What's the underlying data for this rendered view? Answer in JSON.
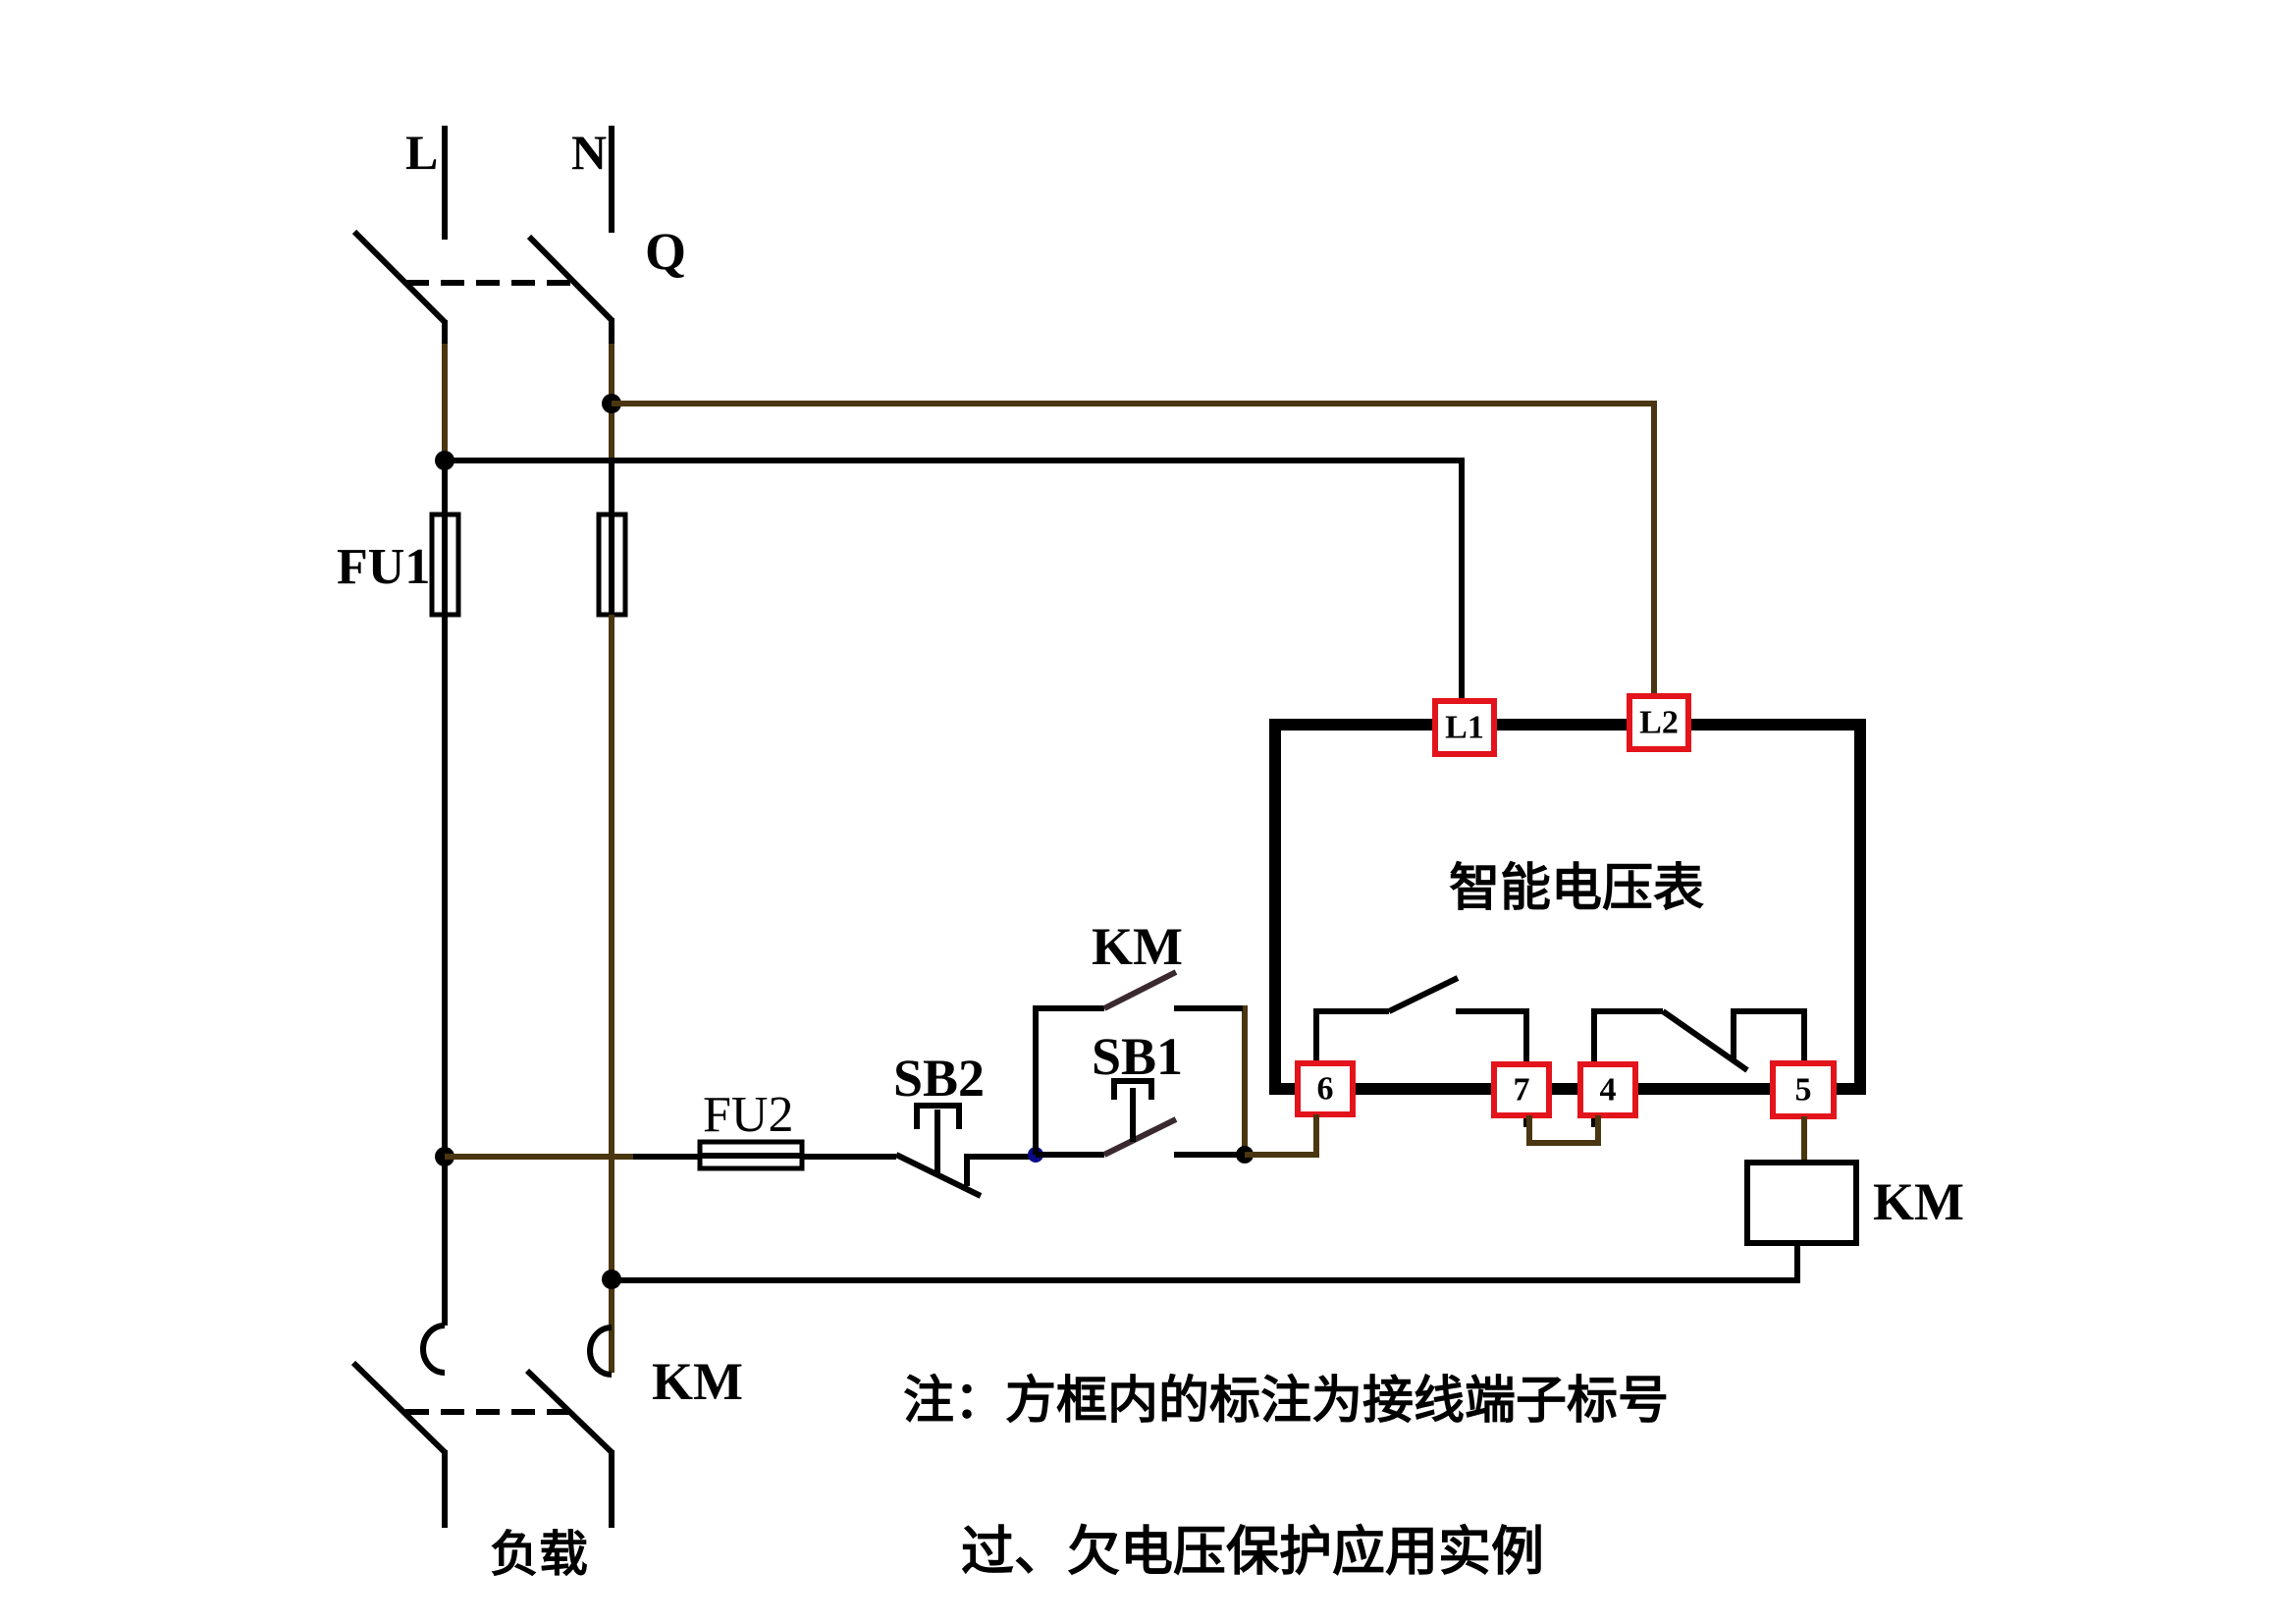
{
  "diagram": {
    "title": "过、欠电压保护应用实例",
    "note": "注：方框内的标注为接线端子标号",
    "supply": {
      "line_label": "L",
      "neutral_label": "N",
      "breaker_label": "Q"
    },
    "fuses": {
      "main_label": "FU1",
      "control_label": "FU2"
    },
    "buttons": {
      "stop_label": "SB2",
      "start_label": "SB1"
    },
    "contactor": {
      "aux_contact_label": "KM",
      "coil_label": "KM",
      "main_contact_label": "KM"
    },
    "load_label": "负载",
    "meter": {
      "name": "智能电压表",
      "terminals": {
        "L1": "L1",
        "L2": "L2",
        "t6": "6",
        "t7": "7",
        "t4": "4",
        "t5": "5"
      }
    },
    "colors": {
      "wire": "#000000",
      "wire_brown": "#4a3610",
      "terminal_border": "#e3141b",
      "junction_blue": "#0a0a8a"
    }
  }
}
